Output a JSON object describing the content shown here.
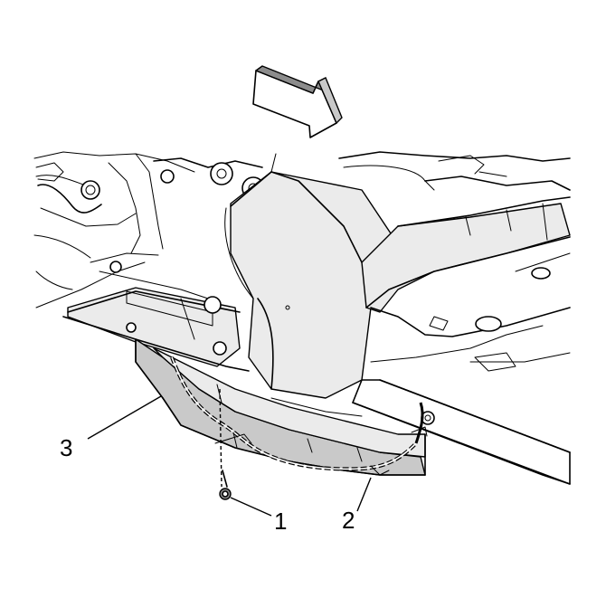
{
  "callouts": [
    {
      "id": "1",
      "label": "1"
    },
    {
      "id": "2",
      "label": "2"
    },
    {
      "id": "3",
      "label": "3"
    }
  ],
  "colors": {
    "line": "#000000",
    "background": "#ffffff",
    "shade": "#c9c9c9",
    "light_shade": "#ebebeb",
    "dark_shade": "#8c8c8c"
  },
  "icons": {
    "direction_arrow": "forward-arrow-icon"
  }
}
